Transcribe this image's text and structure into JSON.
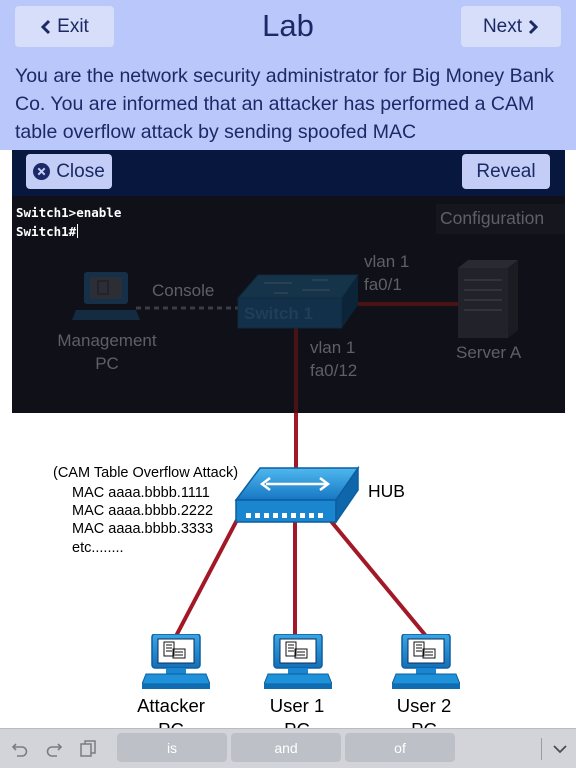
{
  "header": {
    "title": "Lab",
    "exit_label": "Exit",
    "next_label": "Next"
  },
  "instructions": {
    "text": "You are the network security administrator for Big Money Bank Co. You are informed that an attacker has performed a CAM table overflow attack by sending spoofed MAC"
  },
  "terminal": {
    "close_label": "Close",
    "reveal_label": "Reveal",
    "lines": [
      "Switch1>enable",
      "Switch1#"
    ]
  },
  "diagram": {
    "configuration_tab": "Configuration",
    "management_pc_label": [
      "Management",
      "PC"
    ],
    "console_label": "Console",
    "switch_label": "Switch 1",
    "switch_server_link": [
      "vlan 1",
      "fa0/1"
    ],
    "switch_hub_link": [
      "vlan 1",
      "fa0/12"
    ],
    "server_label": "Server A",
    "hub_label": "HUB",
    "attack_title": "(CAM Table Overflow Attack)",
    "attack_macs": [
      "MAC aaaa.bbbb.1111",
      "MAC aaaa.bbbb.2222",
      "MAC aaaa.bbbb.3333",
      "etc........"
    ],
    "attacker_label": [
      "Attacker",
      "PC"
    ],
    "user1_label": [
      "User 1",
      "PC"
    ],
    "user2_label": [
      "User 2",
      "PC"
    ]
  },
  "keyboard": {
    "suggestions": [
      "is",
      "and",
      "of"
    ]
  },
  "colors": {
    "header_bg": "#b9c7fb",
    "header_button": "#d7def9",
    "header_text": "#1b2a66",
    "terminal_bg": "#0f1018",
    "terminal_bar": "#08173e",
    "link_red": "#a31826",
    "device_blue": "#1b8fd6"
  },
  "icons": [
    "chevron-left-icon",
    "chevron-right-icon",
    "close-circle-icon",
    "undo-icon",
    "redo-icon",
    "clipboard-icon",
    "chevron-down-icon"
  ]
}
